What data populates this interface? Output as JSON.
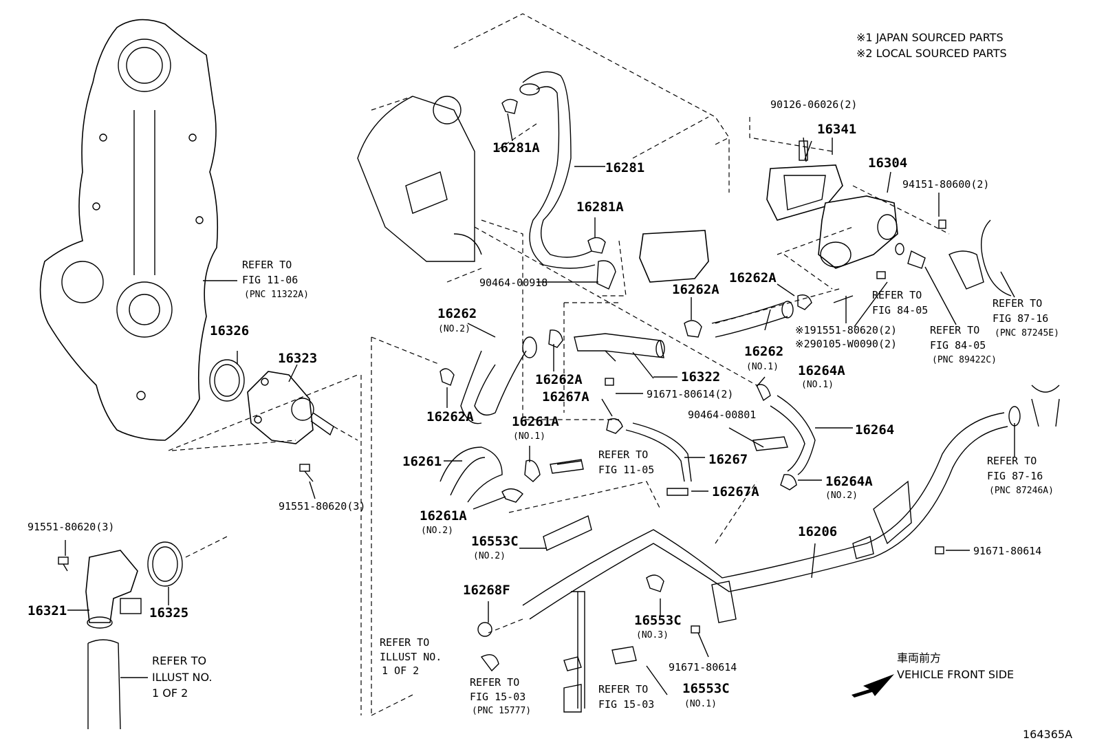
{
  "notes": {
    "japan": "※1 JAPAN SOURCED PARTS",
    "local": "※2 LOCAL SOURCED PARTS"
  },
  "front_side": {
    "jp": "車両前方",
    "en": "VEHICLE FRONT SIDE"
  },
  "figure_id": "164365A",
  "labels": {
    "p90126": "90126-06026(2)",
    "p16341": "16341",
    "p16304": "16304",
    "p94151": "94151-80600(2)",
    "p16281A_top": "16281A",
    "p16281": "16281",
    "p16281A_mid": "16281A",
    "p90464_918": "90464-00918",
    "p16262A_r": "16262A",
    "p16262A_c": "16262A",
    "p16262_no1": "16262",
    "p16262_no1_sub": "(NO.1)",
    "p16262_no2": "16262",
    "p16262_no2_sub": "(NO.2)",
    "p16262A_l": "16262A",
    "p16262A_cl": "16262A",
    "p16322": "16322",
    "p91671_2": "91671-80614(2)",
    "p16264A_no1": "16264A",
    "p16264A_no1_sub": "(NO.1)",
    "p16267A_t": "16267A",
    "p16261A_no1": "16261A",
    "p16261A_no1_sub": "(NO.1)",
    "p90464_801": "90464-00801",
    "p16264": "16264",
    "p16261": "16261",
    "p16267": "16267",
    "p16264A_no2": "16264A",
    "p16264A_no2_sub": "(NO.2)",
    "p16267A_b": "16267A",
    "p16261A_no2": "16261A",
    "p16261A_no2_sub": "(NO.2)",
    "p16553C_no2": "16553C",
    "p16553C_no2_sub": "(NO.2)",
    "p16206": "16206",
    "p91671_r": "91671-80614",
    "p16268F": "16268F",
    "p16553C_no3": "16553C",
    "p16553C_no3_sub": "(NO.3)",
    "p91671_b": "91671-80614",
    "p16553C_no1": "16553C",
    "p16553C_no1_sub": "(NO.1)",
    "p16326": "16326",
    "p16323": "16323",
    "p91551_3a": "91551-80620(3)",
    "p91551_3b": "91551-80620(3)",
    "p16321": "16321",
    "p16325": "16325",
    "p191551": "※191551-80620(2)",
    "p290105": "※290105-W0090(2)"
  },
  "refs": {
    "r1106": [
      "REFER TO",
      "FIG 11-06",
      "(PNC 11322A)"
    ],
    "r8405a": [
      "REFER TO",
      "FIG 84-05"
    ],
    "r8405b": [
      "REFER TO",
      "FIG 84-05",
      "(PNC 89422C)"
    ],
    "r8716a": [
      "REFER TO",
      "FIG 87-16",
      "(PNC 87245E)"
    ],
    "r8716b": [
      "REFER TO",
      "FIG 87-16",
      "(PNC 87246A)"
    ],
    "r1105": [
      "REFER TO",
      "FIG 11-05"
    ],
    "r1503a": [
      "REFER TO",
      "FIG 15-03",
      "(PNC 15777)"
    ],
    "r1503b": [
      "REFER TO",
      "FIG 15-03"
    ],
    "rillust_a": [
      "REFER TO",
      "ILLUST NO.",
      "1 OF 2"
    ],
    "rillust_b": [
      "REFER TO",
      "ILLUST NO.",
      "1 OF 2"
    ]
  }
}
